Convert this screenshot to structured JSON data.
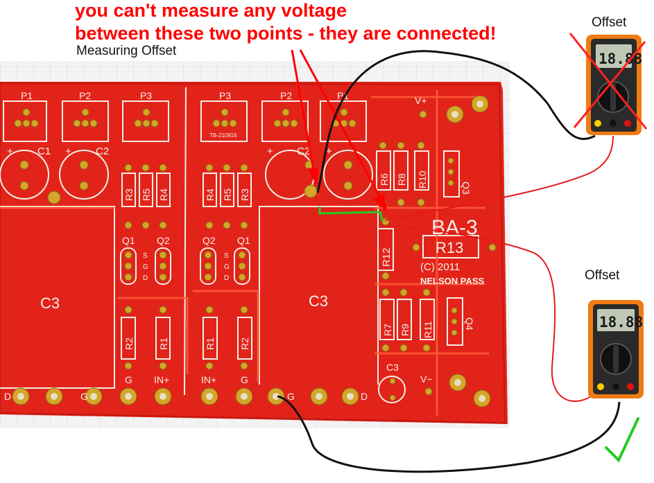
{
  "annotation": {
    "line1": "you can't measure any voltage",
    "line2": "between these two points - they are connected!",
    "caption": "Measuring Offset"
  },
  "meters": {
    "top_label": "Offset",
    "bottom_label": "Offset",
    "display_reading": "18.88",
    "top_status": "wrong",
    "bottom_status": "correct"
  },
  "pcb": {
    "board_name": "BA-3",
    "copyright": "(C) 2011",
    "author": "NELSON PASS",
    "part_number": "TB-210916",
    "labels": {
      "p1_left": "P1",
      "p2_left": "P2",
      "p3_left": "P3",
      "p3_right": "P3",
      "p2_right": "P2",
      "p1_right": "P1",
      "c1_left": "C1",
      "c2_left": "C2",
      "c2_right": "C2",
      "r3_l": "R3",
      "r5_l": "R5",
      "r4_l": "R4",
      "r4_r": "R4",
      "r5_r": "R5",
      "r3_r": "R3",
      "r6": "R6",
      "r8": "R8",
      "r10": "R10",
      "q3": "Q3",
      "r12": "R12",
      "r13": "R13",
      "q1_l": "Q1",
      "q2_l": "Q2",
      "q2_r": "Q2",
      "q1_r": "Q1",
      "s_l": "S",
      "g_l": "G",
      "d_l": "D",
      "s_r": "S",
      "g_r": "G",
      "d_r": "D",
      "c3_left": "C3",
      "c3_mid": "C3",
      "c3_cap": "C3",
      "r2_l": "R2",
      "r1_l": "R1",
      "r1_r": "R1",
      "r2_r": "R2",
      "r7": "R7",
      "r9": "R9",
      "r11": "R11",
      "q4": "Q4",
      "vplus": "V+",
      "vminus": "V−",
      "g_bottom_l": "G",
      "in_l": "IN+",
      "in_r": "IN+",
      "g_bottom_r": "G",
      "d_edge_l": "D",
      "g_edge_l": "G",
      "g_edge_r": "G",
      "d_edge_r": "D",
      "plus1": "+",
      "plus2": "+",
      "plus3": "+",
      "plus4": "+"
    }
  },
  "colors": {
    "annotation_red": "#ff0000",
    "pcb_red": "#e2231a",
    "wire_black": "#111111",
    "wire_red": "#e51919",
    "marker_green": "#22cc22",
    "meter_orange": "#f07b13"
  }
}
